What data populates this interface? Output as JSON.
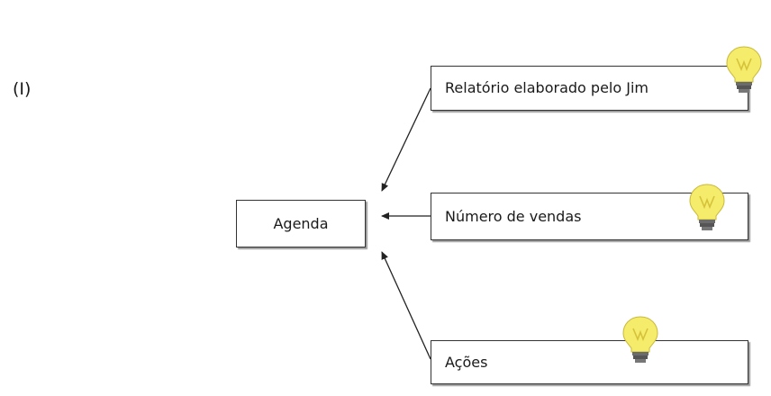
{
  "figure_label": "(I)",
  "central_node": {
    "label": "Agenda"
  },
  "source_nodes": [
    {
      "label": "Relatório elaborado pelo Jim",
      "icon": "lightbulb-icon"
    },
    {
      "label": "Número de vendas",
      "icon": "lightbulb-icon"
    },
    {
      "label": "Ações",
      "icon": "lightbulb-icon"
    }
  ],
  "colors": {
    "border": "#333333",
    "bulb": "#f4ec6a",
    "bulb_base": "#6b6b6b"
  }
}
